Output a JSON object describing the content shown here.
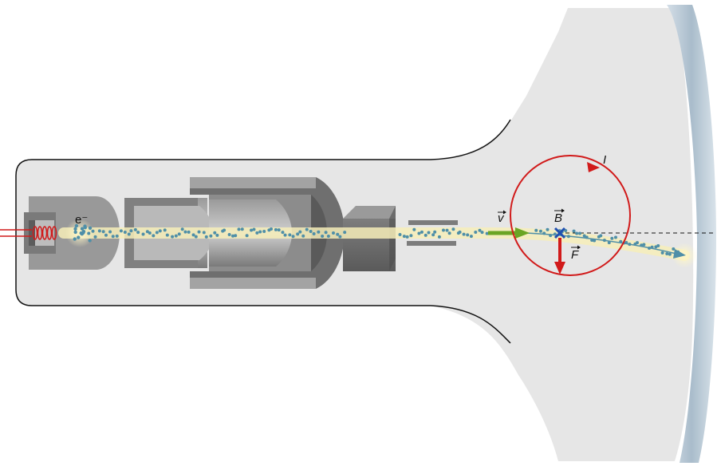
{
  "labels": {
    "electron": "e⁻",
    "velocity": "v",
    "field": "B",
    "force": "F",
    "current": "I"
  },
  "colors": {
    "tube_fill": "#e6e6e6",
    "tube_outline": "#111111",
    "screen": "#bfcdd9",
    "beam_glow": "#f6edb8",
    "electron_dot": "#4f8fa8",
    "coil_red": "#d11a1a",
    "velocity_arrow": "#6aa524",
    "metal_dark": "#6e6e6e",
    "metal_light": "#a8a8a8"
  },
  "icons": {
    "field_marker": "cross-into-page",
    "filament": "heating-coil"
  }
}
